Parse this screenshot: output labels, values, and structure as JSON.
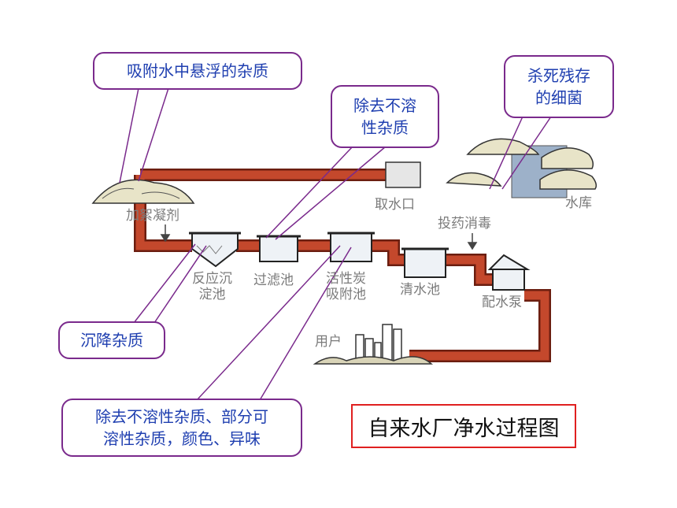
{
  "title": "自来水厂净水过程图",
  "callouts": {
    "adsorb": "吸附水中悬浮的杂质",
    "remove_insoluble": [
      "除去不溶",
      "性杂质"
    ],
    "kill": [
      "杀死残存",
      "的细菌"
    ],
    "settle": "沉降杂质",
    "activated": [
      "除去不溶性杂质、部分可",
      "溶性杂质，颜色、异味"
    ]
  },
  "labels": {
    "intake": "取水口",
    "reservoir": "水库",
    "flocculant": "加絮凝剂",
    "disinfect": "投药消毒",
    "sedimentation": [
      "反应沉",
      "淀池"
    ],
    "filter": "过滤池",
    "carbon": [
      "活性炭",
      "吸附池"
    ],
    "clear_pool": "清水池",
    "pump": "配水泵",
    "user": "用户"
  },
  "colors": {
    "pipe": "#c4482c",
    "callout_border": "#7a2a8c",
    "callout_text": "#1f3fb0",
    "title_border": "#e02020"
  }
}
